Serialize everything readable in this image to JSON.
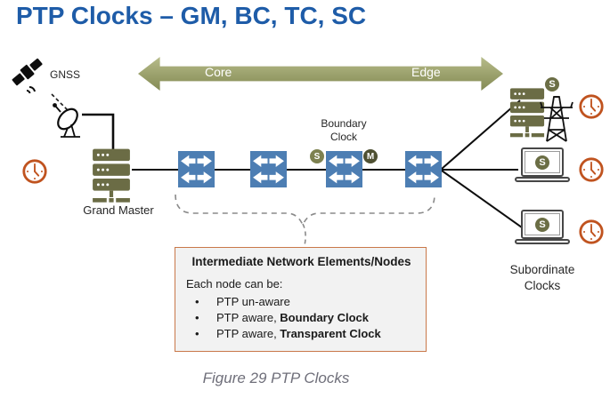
{
  "title": "PTP Clocks – GM, BC, TC, SC",
  "gnss": {
    "label": "GNSS"
  },
  "arrow": {
    "core": "Core",
    "edge": "Edge"
  },
  "grand_master": {
    "label": "Grand Master"
  },
  "boundary_clock": {
    "label": "Boundary Clock"
  },
  "badges": {
    "s": "S",
    "m": "M"
  },
  "subordinate": {
    "label": "Subordinate Clocks"
  },
  "infobox": {
    "title": "Intermediate Network Elements/Nodes",
    "intro": "Each node can be:",
    "bullets": [
      {
        "plain": "PTP un-aware",
        "bold": ""
      },
      {
        "plain": "PTP aware, ",
        "bold": "Boundary Clock"
      },
      {
        "plain": "PTP aware, ",
        "bold": "Transparent Clock"
      }
    ]
  },
  "caption": "Figure 29 PTP Clocks",
  "colors": {
    "title_blue": "#1E5CA8",
    "arrow_olive": "#9AA06B",
    "node_olive": "#6B6C45",
    "switch_blue": "#4D7EB3",
    "clock_orange": "#C0531F",
    "box_border_orange": "#C9784A",
    "box_bg": "#F2F2F2",
    "caption_gray": "#6F6F7A"
  }
}
